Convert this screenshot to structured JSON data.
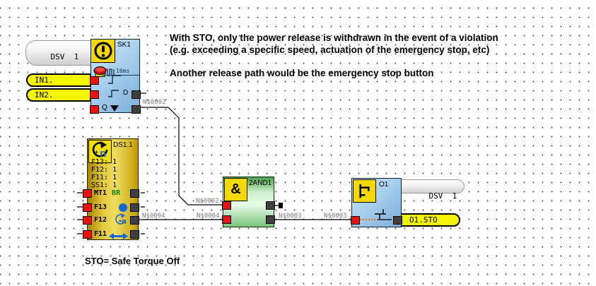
{
  "annotations": {
    "line1": "With STO, only the power release is withdrawn in the event of a violation",
    "line2": "(e.g. exceeding a specific speed, actuation of the emergency stop, etc)",
    "line3": "Another release path would be the emergency stop button",
    "footer": "STO= Safe Torque Off"
  },
  "tags": {
    "dsv_top": "DSV  1",
    "in1": "IN1.",
    "in2": "IN2.",
    "dsv_o1": "DSV  1",
    "o1_sto": "O1.STO"
  },
  "blocks": {
    "sk1": {
      "title": "SK1",
      "timer": "16ms",
      "d_label": "D",
      "q_label": "Q"
    },
    "ds11": {
      "title": "DS1.1",
      "params": [
        "F13: 1",
        "F12: 1",
        "F11: 1",
        "SS1: 1"
      ],
      "rows": [
        {
          "label": "MT1",
          "extra": "BR"
        },
        {
          "label": "F13"
        },
        {
          "label": "F12"
        },
        {
          "label": "F11"
        }
      ]
    },
    "and1": {
      "title": "2AND1",
      "symbol": "&"
    },
    "o1": {
      "title": "O1"
    }
  },
  "wire_labels": {
    "n0002_src": "N$0002",
    "n0002_dst": "N$0002",
    "n0004_src": "N$0004",
    "n0004_dst": "N$0004",
    "n0003_src": "N$0003",
    "n0003_dst": "N$0003"
  },
  "icons": {
    "sk1_header": "warning-exclamation-icon",
    "sk1_estop": "emergency-stop-icon",
    "sk1_pulse": "pulse-train-icon",
    "sk1_edge": "rising-edge-icon",
    "sk1_q": "down-triangle-icon",
    "ds11_header": "rotation-speed-n-icon",
    "f13": "blue-dot-icon",
    "f12": "rotation-n-icon",
    "f11": "double-arrow-icon",
    "and1_header": "and-ampersand-icon",
    "o1_header": "contact-switch-icon"
  },
  "colors": {
    "block_blue": "#a9cfee",
    "block_yellow": "#e3c83a",
    "block_green": "#cdefcd",
    "icon_yellow": "#f5d800",
    "input_red": "#e41410",
    "output_dark": "#3f3f3f",
    "tag_yellow": "#f5f500",
    "wire_label_grey": "#7a7a7a",
    "br_green": "#008a00",
    "accent_blue": "#1565d8",
    "orange_wire": "#e07800"
  }
}
